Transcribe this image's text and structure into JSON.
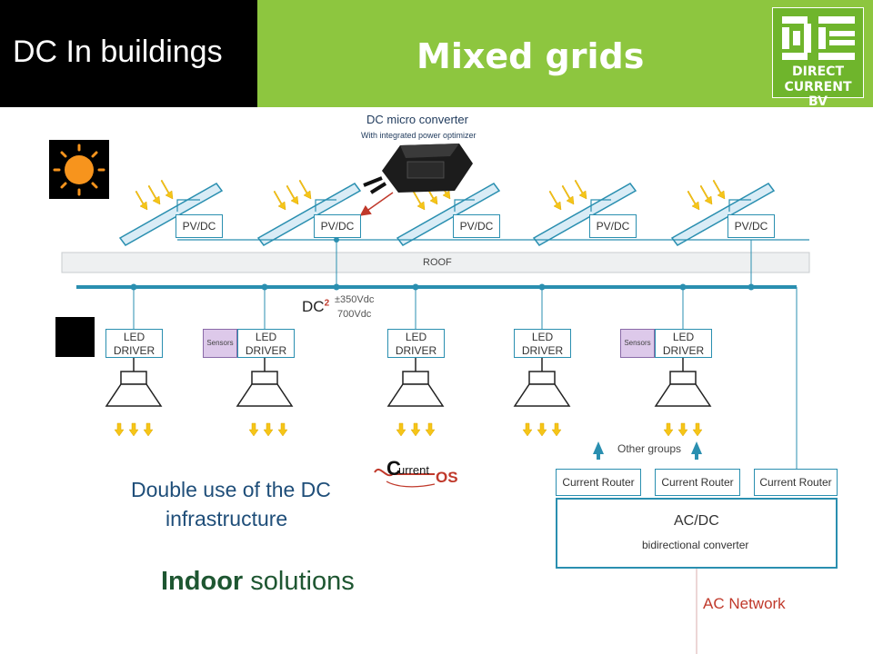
{
  "header": {
    "left_title": "DC In buildings",
    "main_title": "Mixed grids",
    "logo_line1": "DIRECT",
    "logo_line2": "CURRENT BV"
  },
  "converter": {
    "title": "DC micro converter",
    "subtitle": "With integrated power optimizer"
  },
  "pv_boxes": [
    "PV/DC",
    "PV/DC",
    "PV/DC",
    "PV/DC",
    "PV/DC"
  ],
  "roof_label": "ROOF",
  "dc_label": "DC",
  "dc_superscript": "2",
  "voltage": {
    "line1": "±350Vdc",
    "line2": "700Vdc"
  },
  "drivers": [
    {
      "line1": "LED",
      "line2": "DRIVER"
    },
    {
      "line1": "LED",
      "line2": "DRIVER"
    },
    {
      "line1": "LED",
      "line2": "DRIVER"
    },
    {
      "line1": "LED",
      "line2": "DRIVER"
    },
    {
      "line1": "LED",
      "line2": "DRIVER"
    }
  ],
  "sensors": [
    "Sensors",
    "Sensors"
  ],
  "other_groups": "Other groups",
  "routers": [
    "Current Router",
    "Current Router",
    "Current Router"
  ],
  "acdc": {
    "title": "AC/DC",
    "subtitle": "bidirectional converter"
  },
  "ac_network": "AC Network",
  "double_use": {
    "line1": "Double use of the DC",
    "line2": "infrastructure"
  },
  "indoor": {
    "bold": "Indoor",
    "rest": " solutions"
  },
  "current_os": {
    "c": "C",
    "urrent": "urrent",
    "os": "OS"
  },
  "colors": {
    "header_black": "#000000",
    "header_green": "#8dc63f",
    "bus_blue": "#2a8fb0",
    "sun_orange": "#f7941d",
    "arrow_yellow": "#f5c518",
    "sensor_purple": "#ddc9ea",
    "ac_red": "#c0392b",
    "text_blue": "#1f4e79",
    "indoor_green": "#1e5631"
  }
}
